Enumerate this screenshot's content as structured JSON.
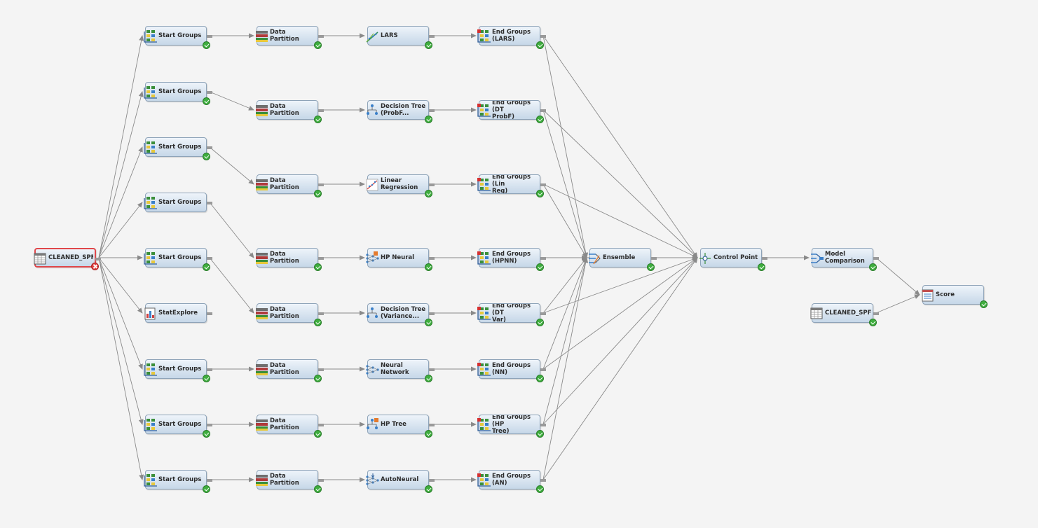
{
  "diagram": {
    "nodes": [
      {
        "id": "src",
        "label": "CLEANED_SPF",
        "icon": "data-source-icon",
        "status": "error",
        "selected": true
      },
      {
        "id": "sg1",
        "label": "Start Groups",
        "icon": "start-groups-icon",
        "status": "ok"
      },
      {
        "id": "sg2",
        "label": "Start Groups",
        "icon": "start-groups-icon",
        "status": "ok"
      },
      {
        "id": "sg3",
        "label": "Start Groups",
        "icon": "start-groups-icon",
        "status": "ok"
      },
      {
        "id": "sg4",
        "label": "Start Groups",
        "icon": "start-groups-icon",
        "status": "none"
      },
      {
        "id": "sg5",
        "label": "Start Groups",
        "icon": "start-groups-icon",
        "status": "ok"
      },
      {
        "id": "se",
        "label": "StatExplore",
        "icon": "stat-explore-icon",
        "status": "none"
      },
      {
        "id": "sg7",
        "label": "Start Groups",
        "icon": "start-groups-icon",
        "status": "ok"
      },
      {
        "id": "sg8",
        "label": "Start Groups",
        "icon": "start-groups-icon",
        "status": "ok"
      },
      {
        "id": "sg9",
        "label": "Start Groups",
        "icon": "start-groups-icon",
        "status": "ok"
      },
      {
        "id": "dp1",
        "label": "Data Partition",
        "icon": "data-partition-icon",
        "status": "ok"
      },
      {
        "id": "dp2",
        "label": "Data Partition",
        "icon": "data-partition-icon",
        "status": "ok"
      },
      {
        "id": "dp3",
        "label": "Data Partition",
        "icon": "data-partition-icon",
        "status": "ok"
      },
      {
        "id": "dp4",
        "label": "Data Partition",
        "icon": "data-partition-icon",
        "status": "ok"
      },
      {
        "id": "dp5",
        "label": "Data Partition",
        "icon": "data-partition-icon",
        "status": "ok"
      },
      {
        "id": "dp6",
        "label": "Data Partition",
        "icon": "data-partition-icon",
        "status": "ok"
      },
      {
        "id": "dp7",
        "label": "Data Partition",
        "icon": "data-partition-icon",
        "status": "ok"
      },
      {
        "id": "dp8",
        "label": "Data Partition",
        "icon": "data-partition-icon",
        "status": "ok"
      },
      {
        "id": "m1",
        "label": "LARS",
        "icon": "lars-icon",
        "status": "ok"
      },
      {
        "id": "m2",
        "label": "Decision Tree\n(ProbF...",
        "icon": "decision-tree-icon",
        "status": "ok"
      },
      {
        "id": "m3",
        "label": "Linear\nRegression",
        "icon": "regression-icon",
        "status": "ok"
      },
      {
        "id": "m4",
        "label": "HP Neural",
        "icon": "hp-neural-icon",
        "status": "ok"
      },
      {
        "id": "m5",
        "label": "Decision Tree\n(Variance...",
        "icon": "decision-tree-icon",
        "status": "ok"
      },
      {
        "id": "m6",
        "label": "Neural Network",
        "icon": "neural-network-icon",
        "status": "ok"
      },
      {
        "id": "m7",
        "label": "HP Tree",
        "icon": "hp-tree-icon",
        "status": "ok"
      },
      {
        "id": "m8",
        "label": "AutoNeural",
        "icon": "autoneural-icon",
        "status": "ok"
      },
      {
        "id": "eg1",
        "label": "End Groups\n(LARS)",
        "icon": "end-groups-icon",
        "status": "ok"
      },
      {
        "id": "eg2",
        "label": "End Groups (DT\nProbF)",
        "icon": "end-groups-icon",
        "status": "ok"
      },
      {
        "id": "eg3",
        "label": "End Groups (Lin\nReg)",
        "icon": "end-groups-icon",
        "status": "ok"
      },
      {
        "id": "eg4",
        "label": "End Groups\n(HPNN)",
        "icon": "end-groups-icon",
        "status": "ok"
      },
      {
        "id": "eg5",
        "label": "End Groups (DT\nVar)",
        "icon": "end-groups-icon",
        "status": "ok"
      },
      {
        "id": "eg6",
        "label": "End Groups\n(NN)",
        "icon": "end-groups-icon",
        "status": "ok"
      },
      {
        "id": "eg7",
        "label": "End Groups (HP\nTree)",
        "icon": "end-groups-icon",
        "status": "ok"
      },
      {
        "id": "eg8",
        "label": "End Groups\n(AN)",
        "icon": "end-groups-icon",
        "status": "ok"
      },
      {
        "id": "ens",
        "label": "Ensemble",
        "icon": "ensemble-icon",
        "status": "ok"
      },
      {
        "id": "cp",
        "label": "Control Point",
        "icon": "control-point-icon",
        "status": "ok"
      },
      {
        "id": "mc",
        "label": "Model\nComparison",
        "icon": "model-comparison-icon",
        "status": "ok"
      },
      {
        "id": "src2",
        "label": "CLEANED_SPF",
        "icon": "data-source-icon",
        "status": "ok"
      },
      {
        "id": "sc",
        "label": "Score",
        "icon": "score-icon",
        "status": "ok"
      }
    ],
    "edges": [
      [
        "src",
        "sg1"
      ],
      [
        "src",
        "sg2"
      ],
      [
        "src",
        "sg3"
      ],
      [
        "src",
        "sg4"
      ],
      [
        "src",
        "sg5"
      ],
      [
        "src",
        "se"
      ],
      [
        "src",
        "sg7"
      ],
      [
        "src",
        "sg8"
      ],
      [
        "src",
        "sg9"
      ],
      [
        "sg1",
        "dp1"
      ],
      [
        "sg2",
        "dp2"
      ],
      [
        "sg3",
        "dp3"
      ],
      [
        "sg4",
        "dp4"
      ],
      [
        "sg5",
        "dp5"
      ],
      [
        "sg7",
        "dp6"
      ],
      [
        "sg8",
        "dp7"
      ],
      [
        "sg9",
        "dp8"
      ],
      [
        "dp1",
        "m1"
      ],
      [
        "dp2",
        "m2"
      ],
      [
        "dp3",
        "m3"
      ],
      [
        "dp4",
        "m4"
      ],
      [
        "dp5",
        "m5"
      ],
      [
        "dp6",
        "m6"
      ],
      [
        "dp7",
        "m7"
      ],
      [
        "dp8",
        "m8"
      ],
      [
        "m1",
        "eg1"
      ],
      [
        "m2",
        "eg2"
      ],
      [
        "m3",
        "eg3"
      ],
      [
        "m4",
        "eg4"
      ],
      [
        "m5",
        "eg5"
      ],
      [
        "m6",
        "eg6"
      ],
      [
        "m7",
        "eg7"
      ],
      [
        "m8",
        "eg8"
      ],
      [
        "eg1",
        "ens"
      ],
      [
        "eg2",
        "ens"
      ],
      [
        "eg3",
        "ens"
      ],
      [
        "eg4",
        "ens"
      ],
      [
        "eg5",
        "ens"
      ],
      [
        "eg6",
        "ens"
      ],
      [
        "eg7",
        "ens"
      ],
      [
        "eg8",
        "ens"
      ],
      [
        "eg1",
        "cp"
      ],
      [
        "eg2",
        "cp"
      ],
      [
        "eg3",
        "cp"
      ],
      [
        "eg4",
        "cp"
      ],
      [
        "eg5",
        "cp"
      ],
      [
        "eg6",
        "cp"
      ],
      [
        "eg7",
        "cp"
      ],
      [
        "eg8",
        "cp"
      ],
      [
        "ens",
        "cp"
      ],
      [
        "cp",
        "mc"
      ],
      [
        "mc",
        "sc"
      ],
      [
        "src2",
        "sc"
      ]
    ]
  }
}
